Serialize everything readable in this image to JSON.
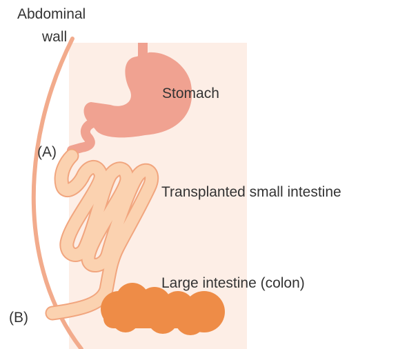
{
  "labels": {
    "abdominal_wall_line1": "Abdominal",
    "abdominal_wall_line2": "wall",
    "stomach": "Stomach",
    "small_intestine": "Transplanted small intestine",
    "large_intestine": "Large intestine (colon)",
    "point_a": "(A)",
    "point_b": "(B)"
  },
  "colors": {
    "background_panel": "#fdeee6",
    "abdominal_wall": "#f2ab8c",
    "stomach": "#f0a291",
    "small_intestine_fill": "#fbd2b0",
    "small_intestine_outline": "#f1a57e",
    "colon": "#ee8c47",
    "text": "#333333"
  }
}
